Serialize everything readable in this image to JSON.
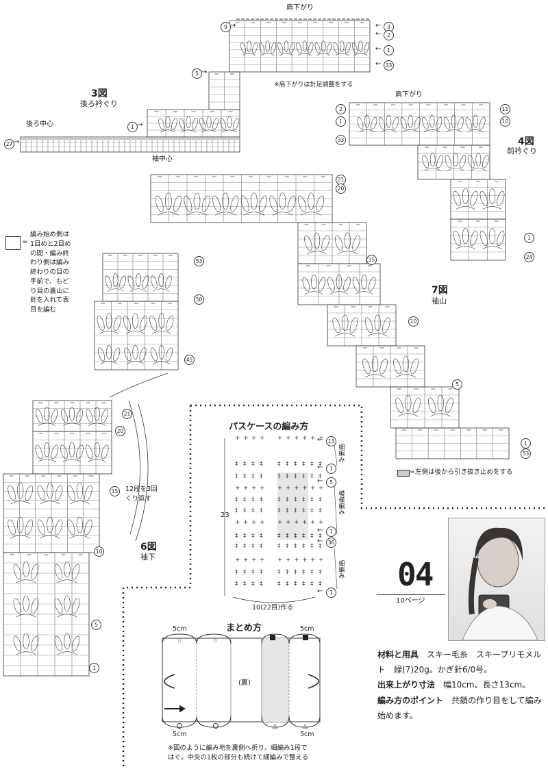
{
  "charts": {
    "fig3": {
      "label": "3図",
      "sub": "後ろ衿ぐり",
      "center": "後ろ中心"
    },
    "fig4": {
      "label": "4図",
      "sub": "前衿ぐり"
    },
    "fig7": {
      "label": "7図",
      "sub": "袖山",
      "center": "袖中心"
    },
    "fig6": {
      "label": "6図",
      "sub": "袖下",
      "repeat_note": "12段を3回\nくり返す"
    }
  },
  "shoulder_top": "肩下がり",
  "shoulder_fig4": "肩下がり",
  "shoulder_note": "※肩下がりは針足調整をする",
  "legend_symbol": "=",
  "legend_text": "編み始め側は\n1目めと2目め\nの間・編み終\nわり側は編み\n終わりの目の\n手前で、もど\nり目の裏山に\n針を入れて表\n目を編む",
  "slip_legend": "=左側は後から引き抜き止めをする",
  "badges": {
    "top": [
      "9",
      "3",
      "2",
      "1",
      "33",
      "5"
    ],
    "fig3": [
      "1",
      "27"
    ],
    "fig4": [
      "2",
      "11",
      "1",
      "10",
      "33",
      "1",
      "24"
    ],
    "fig7": [
      "21",
      "20",
      "15",
      "10",
      "5",
      "1",
      "53"
    ],
    "left": [
      "53",
      "50",
      "45",
      "21",
      "20",
      "15",
      "10",
      "5",
      "1"
    ]
  },
  "passcase": {
    "title": "パスケースの編み方",
    "height": "23",
    "width": "10(22目)作る",
    "right_badges": [
      "13",
      "1",
      "5",
      "1",
      "36",
      "1"
    ],
    "sections": [
      "細編み",
      "模様編み",
      "細編み"
    ]
  },
  "assembly": {
    "title": "まとめ方",
    "left_top": "5cm",
    "right_top": "5cm",
    "left_bottom": "5cm",
    "right_bottom": "5cm",
    "center": "(裏)",
    "note": "※図のように編み地を裏側へ折り、細編み1段で\nはぐ。中央の1枚の部分も続けて細編みで整える"
  },
  "item": {
    "number": "04",
    "page_ref": "10ページ",
    "materials_label": "材料と用具",
    "materials_text": "スキー毛糸　スキープリモメルト　緑(7)20g。かぎ針6/0号。",
    "size_label": "出来上がり寸法",
    "size_text": "幅10cm、長さ13cm。",
    "point_label": "編み方のポイント",
    "point_text": "共鎖の作り目をして編み始めます。"
  }
}
